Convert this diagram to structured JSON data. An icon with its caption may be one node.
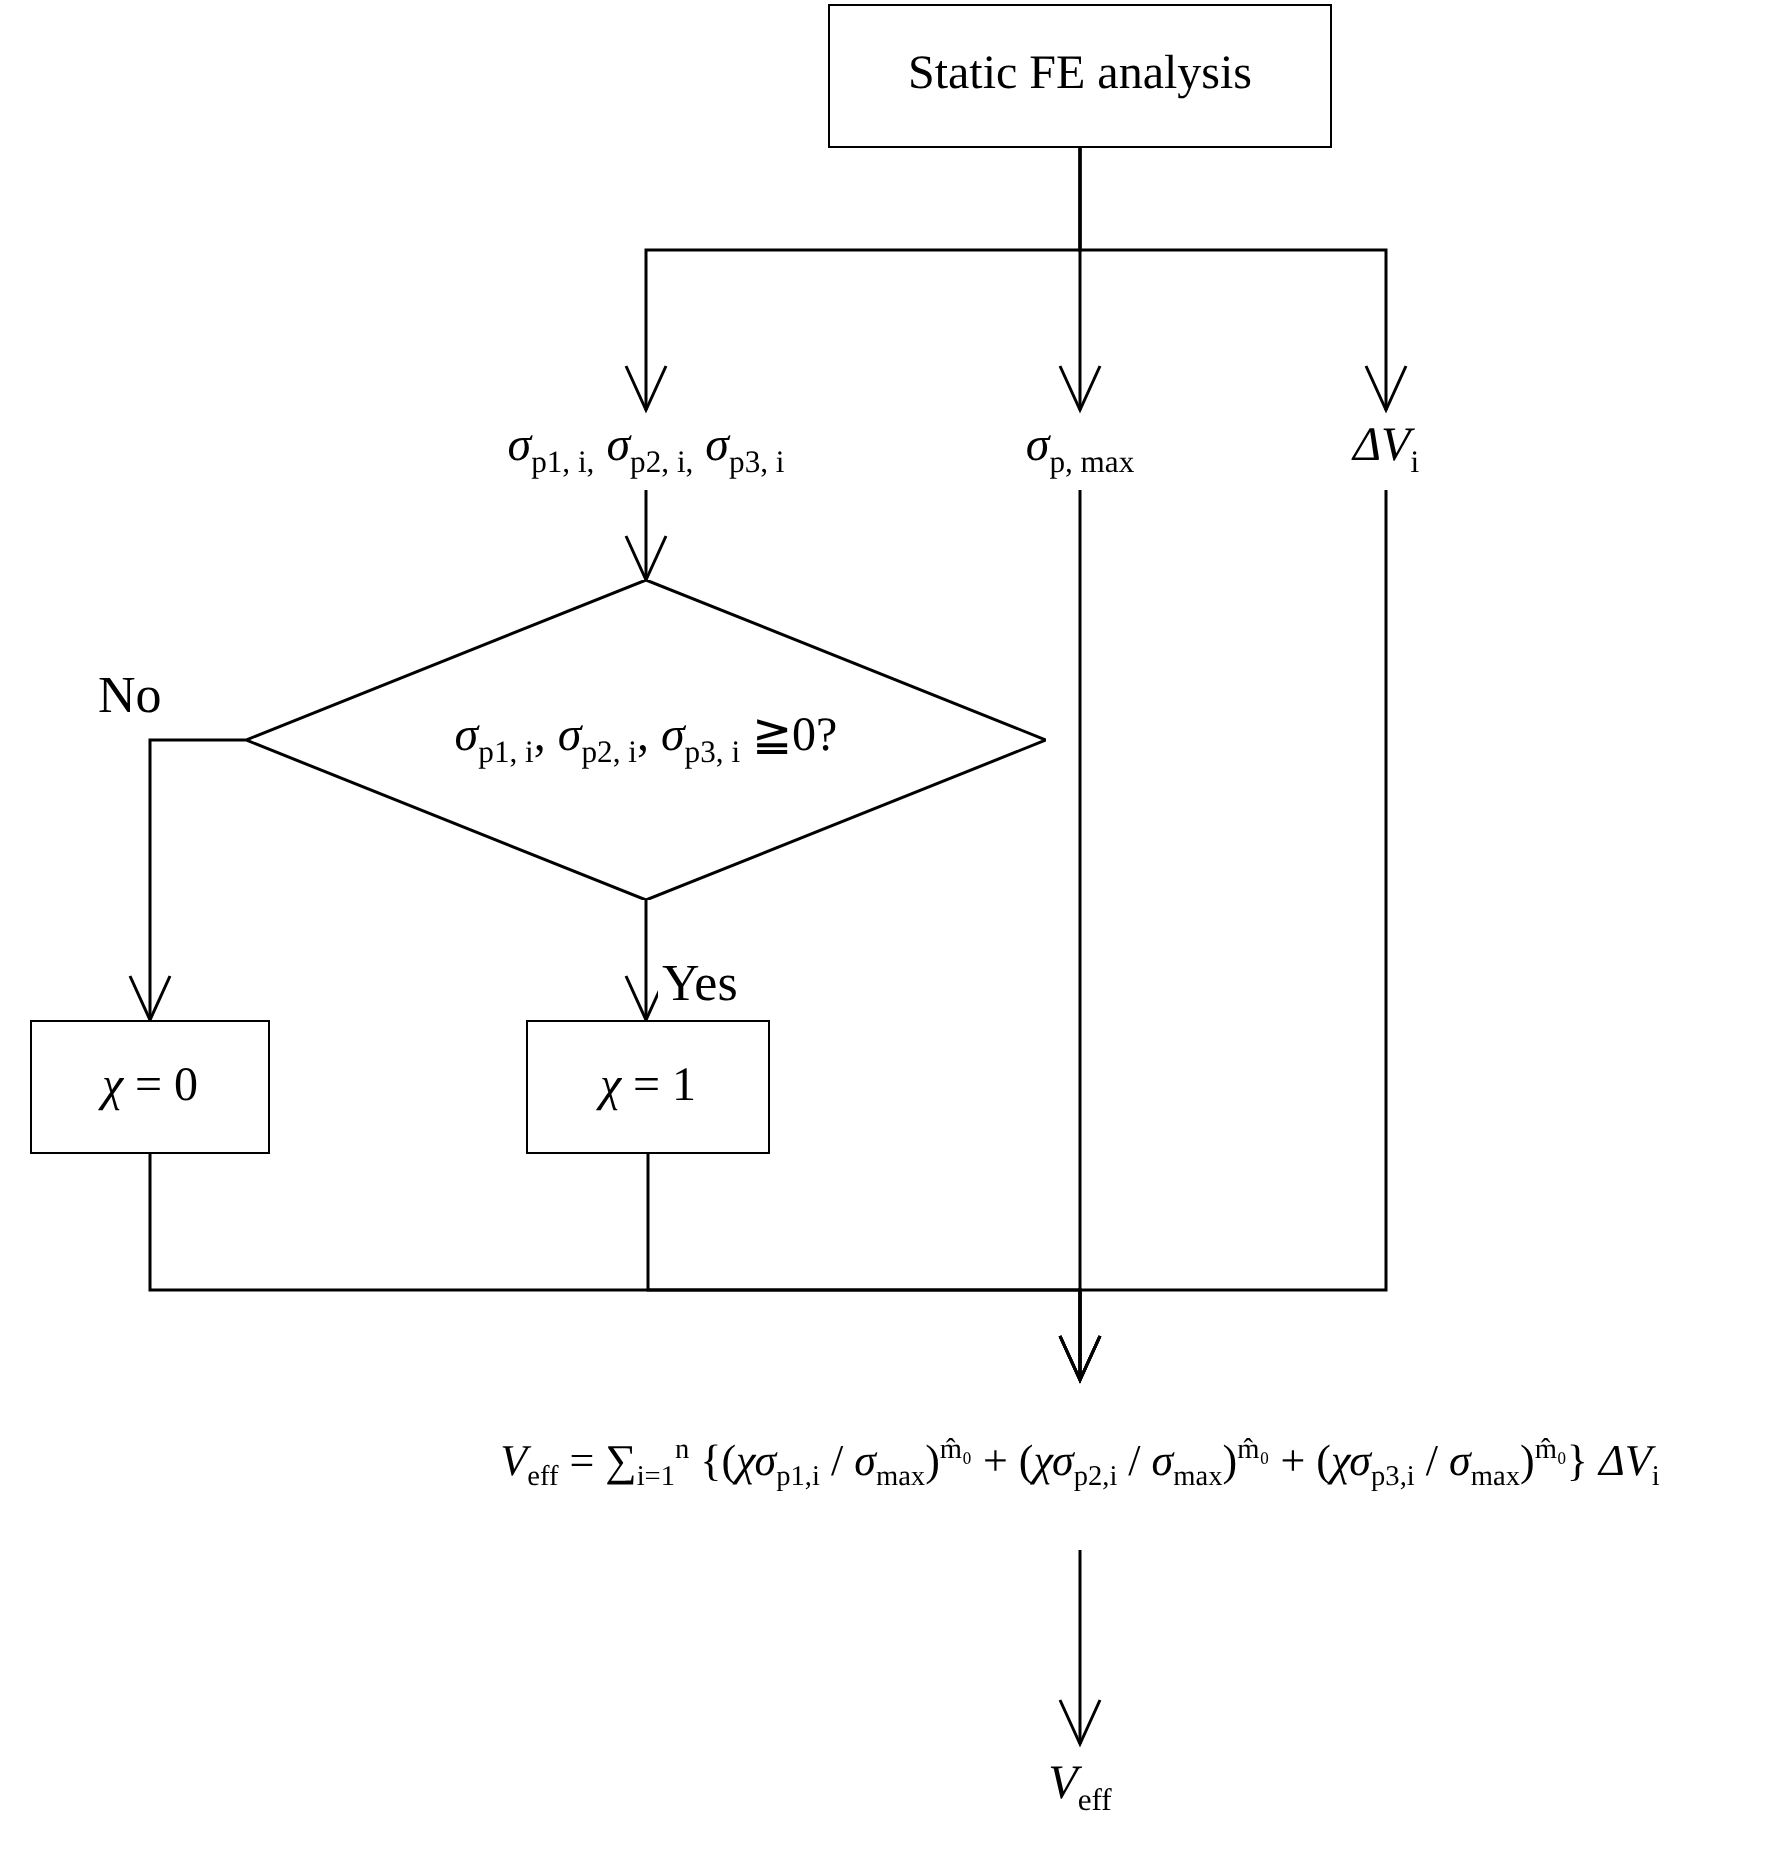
{
  "diagram": {
    "nodes": [
      {
        "text": [
          "Static FE analysis"
        ]
      },
      {
        "text": [
          "*σ*$_{p1, i,}$ *σ*$_{p2, i,}$ *σ*$_{p3, i}$"
        ]
      },
      {
        "text": [
          "*σ*$_{p, max}$"
        ]
      },
      {
        "text": [
          "*ΔV*$_{i}$"
        ]
      },
      {
        "text": [
          "*σ*$_{p1, i}$, *σ*$_{p2, i}$, *σ*$_{p3, i}$ ≧0?"
        ]
      },
      {
        "text": [
          "*χ* = 0"
        ]
      },
      {
        "text": [
          "*χ* = 1"
        ]
      },
      {
        "text": [
          "*V*$_{eff}$ = ∑$_{i=1}$$^{n}$ {(*χσ*$_{p1,i}$ / *σ*$_{max}$)$^{m̂₀}$ + (*χσ*$_{p2,i}$ / *σ*$_{max}$)$^{m̂₀}$ + (*χσ*$_{p3,i}$ / *σ*$_{max}$)$^{m̂₀}$} *ΔV*$_{i}$"
        ]
      },
      {
        "text": [
          "*V*$_{eff}$"
        ]
      }
    ],
    "edges": [
      {
        "from": 0,
        "to": 1,
        "arrow": "to"
      },
      {
        "from": 0,
        "to": 2,
        "arrow": "to"
      },
      {
        "from": 0,
        "to": 3,
        "arrow": "to"
      },
      {
        "from": 1,
        "to": 4,
        "arrow": "to"
      },
      {
        "from": 4,
        "to": 5,
        "arrow": "to",
        "label": "No"
      },
      {
        "from": 4,
        "to": 6,
        "arrow": "to",
        "label": "Yes"
      },
      {
        "from": 5,
        "to": 7,
        "arrow": "to"
      },
      {
        "from": 6,
        "to": 7,
        "arrow": "to"
      },
      {
        "from": 2,
        "to": 7,
        "arrow": "to"
      },
      {
        "from": 3,
        "to": 7,
        "arrow": "to"
      },
      {
        "from": 7,
        "to": 8,
        "arrow": "to"
      }
    ]
  }
}
